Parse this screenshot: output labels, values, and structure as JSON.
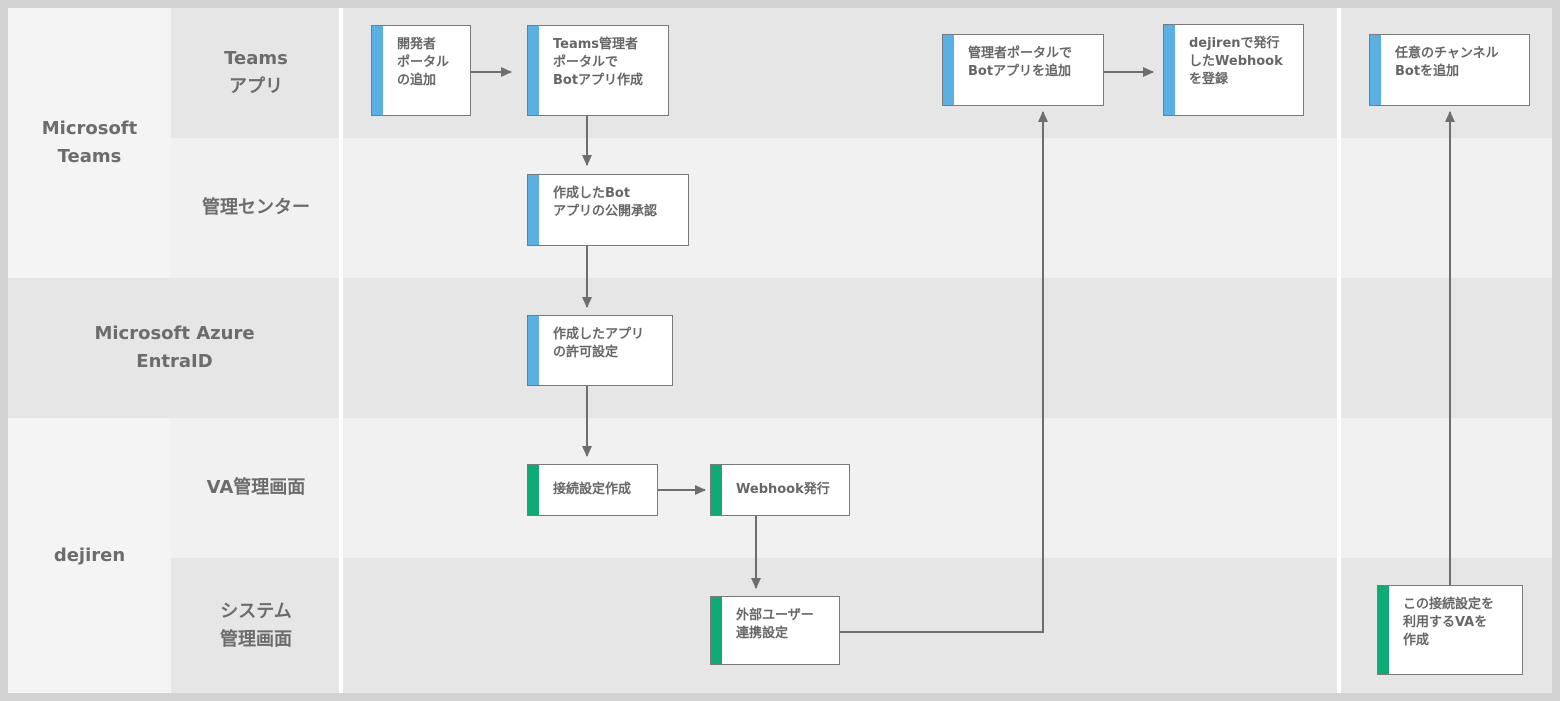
{
  "lanes": {
    "teams": "Microsoft\nTeams",
    "teams_app": "Teams\nアプリ",
    "admin_center": "管理センター",
    "azure": "Microsoft Azure\nEntraID",
    "dejiren": "dejiren",
    "va_admin": "VA管理画面",
    "system_admin": "システム\n管理画面"
  },
  "steps": {
    "dev_portal": "開発者\nポータル\nの追加",
    "teams_admin_portal": "Teams管理者\nポータルで\nBotアプリ作成",
    "publish_approval": "作成したBot\nアプリの公開承認",
    "permission": "作成したアプリ\nの許可設定",
    "connection": "接続設定作成",
    "webhook": "Webhook発行",
    "external_user": "外部ユーザー\n連携設定",
    "add_bot_admin": "管理者ポータルで\nBotアプリを追加",
    "register_webhook": "dejirenで発行\nしたWebhook\nを登録",
    "create_va": "この接続設定を\n利用するVAを\n作成",
    "add_to_channel": "任意のチャンネル\nBotを追加"
  },
  "colors": {
    "teams_bar": "#5aafe3",
    "dejiren_bar": "#0eab79",
    "arrow": "#6e6e6e"
  }
}
